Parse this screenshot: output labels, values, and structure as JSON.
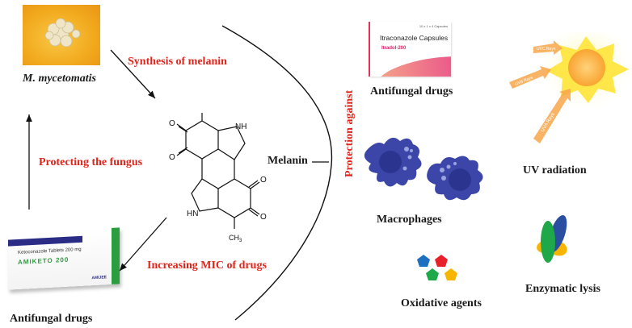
{
  "fungus": {
    "label": "M. mycetomatis"
  },
  "flows": {
    "synthesis": "Synthesis of melanin",
    "protecting": "Protecting the fungus",
    "mic": "Increasing MIC of drugs"
  },
  "molecule": {
    "name": "Melanin",
    "atoms": {
      "o": "O",
      "nh": "NH",
      "hn": "HN",
      "ch3": "CH3"
    }
  },
  "protection_label": "Protection against",
  "drug_left": {
    "label": "Antifungal drugs",
    "box_line1": "Ketoconazole Tablets 200 mg",
    "box_line2": "AMIKETO 200",
    "box_brand": "AMIJEE"
  },
  "threats": [
    {
      "id": "antifungal",
      "label": "Antifungal drugs",
      "box_line1": "Itraconazole Capsules",
      "box_line2": "Itradol-200",
      "box_top": "10 x 1 x 4 Capsules"
    },
    {
      "id": "uv",
      "label": "UV radiation",
      "rays": [
        "UVC Rays",
        "UVB Rays",
        "UVA Rays"
      ]
    },
    {
      "id": "macrophages",
      "label": "Macrophages"
    },
    {
      "id": "enzymatic",
      "label": "Enzymatic lysis"
    },
    {
      "id": "oxidative",
      "label": "Oxidative agents"
    }
  ],
  "colors": {
    "accent_red": "#e2231a",
    "macrophage": "#3b46a8",
    "pentagon_blue": "#1d6fc0",
    "pentagon_red": "#e8202a",
    "pentagon_green": "#1fa84a",
    "pentagon_yellow": "#f7b500"
  }
}
